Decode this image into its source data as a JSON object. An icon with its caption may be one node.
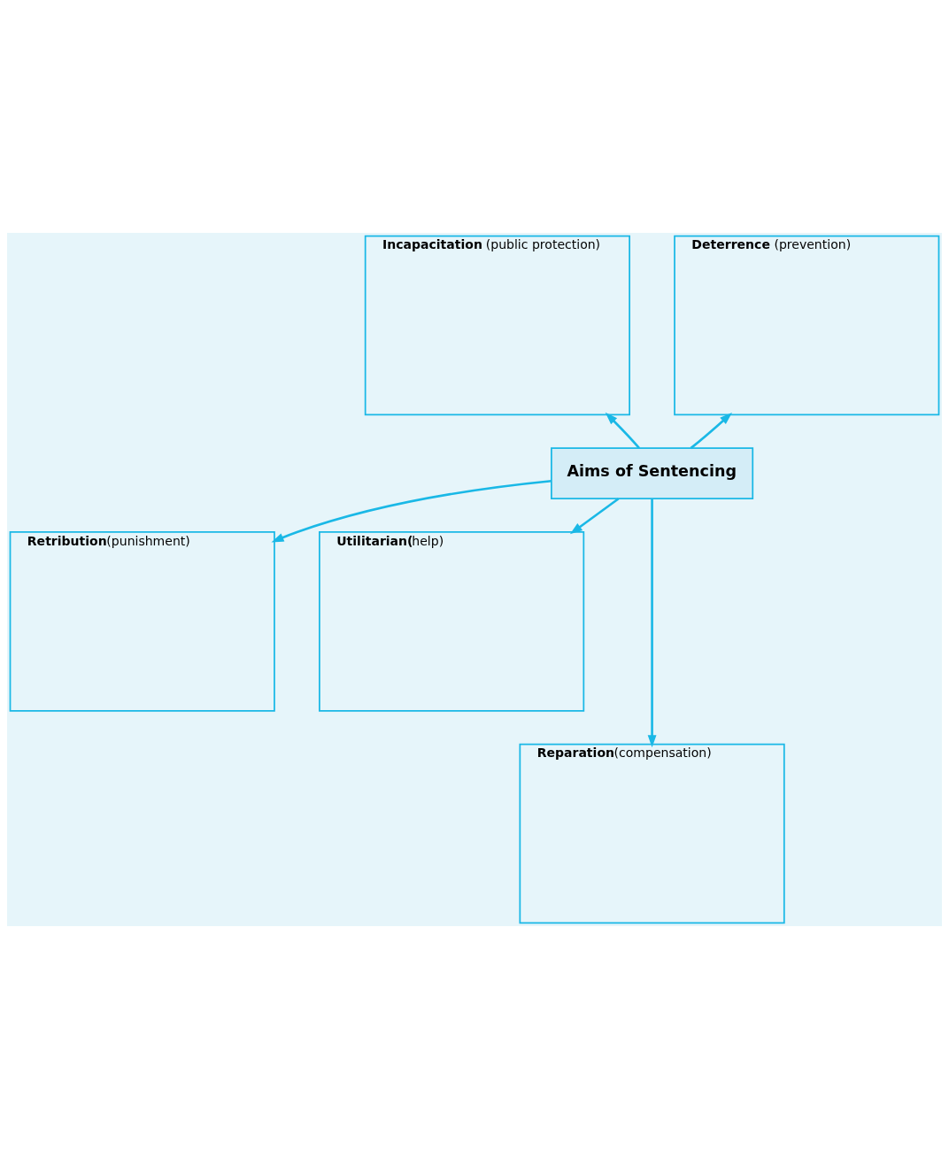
{
  "diagram": {
    "nodes": [
      {
        "text": [
          "Aims of Sentencing"
        ]
      },
      {
        "text": [
          "**Incapacitation** (public protection)"
        ]
      },
      {
        "text": [
          "**Deterrence** (prevention)"
        ]
      },
      {
        "text": [
          "**Retribution**(punishment)"
        ]
      },
      {
        "text": [
          "**Utilitarian(**help)"
        ]
      },
      {
        "text": [
          "**Reparation**(compensation)"
        ]
      }
    ],
    "edges": [
      {
        "from": 0,
        "to": 1,
        "arrow": "to"
      },
      {
        "from": 0,
        "to": 2,
        "arrow": "to"
      },
      {
        "from": 0,
        "to": 3,
        "arrow": "to"
      },
      {
        "from": 0,
        "to": 5,
        "arrow": "to"
      },
      {
        "from": 0,
        "to": 4,
        "arrow": "to"
      }
    ]
  }
}
